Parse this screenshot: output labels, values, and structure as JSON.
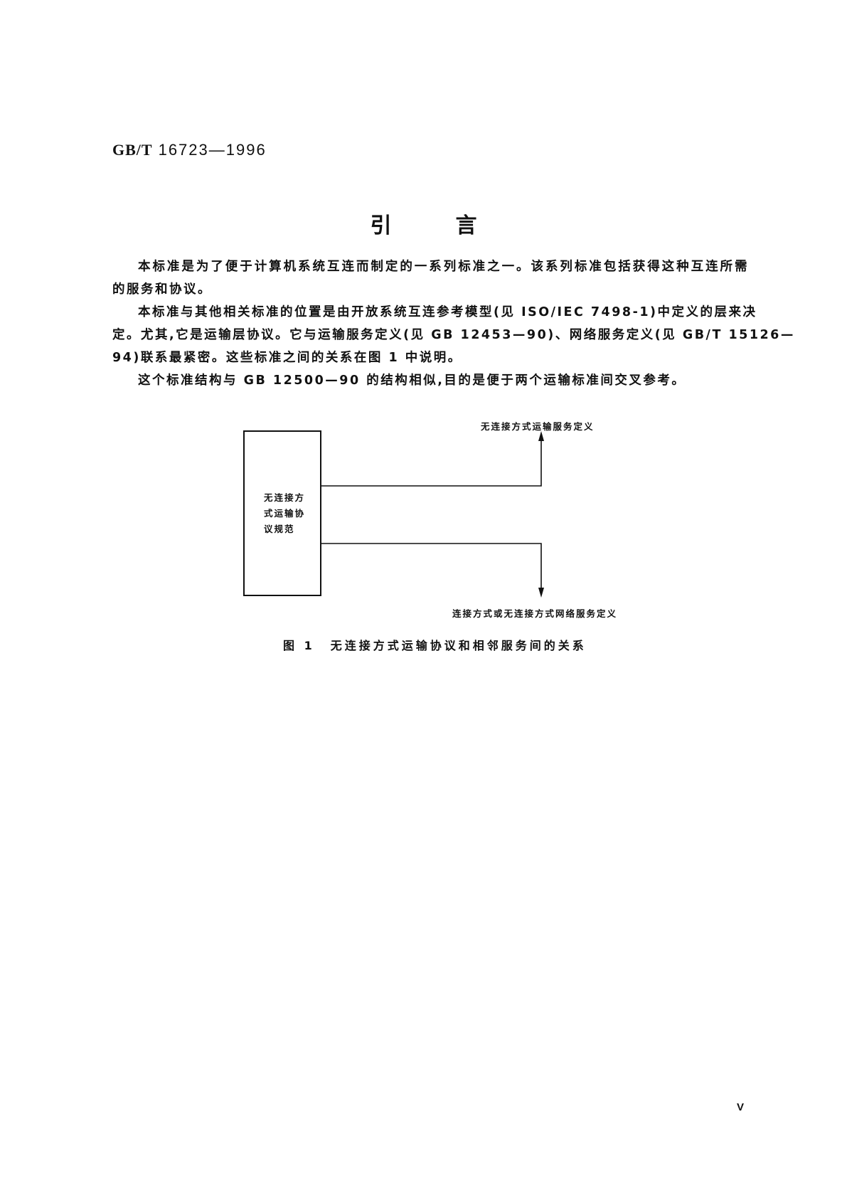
{
  "header": {
    "standard_prefix": "GB/T",
    "standard_number": "16723—1996"
  },
  "title": "引　　　言",
  "paragraphs": [
    {
      "lines": [
        "本标准是为了便于计算机系统互连而制定的一系列标准之一。该系列标准包括获得这种互连所需",
        "的服务和协议。"
      ]
    },
    {
      "lines": [
        "本标准与其他相关标准的位置是由开放系统互连参考模型(见 ISO/IEC 7498-1)中定义的层来决",
        "定。尤其,它是运输层协议。它与运输服务定义(见 GB 12453—90)、网络服务定义(见 GB/T 15126—",
        "94)联系最紧密。这些标准之间的关系在图 1 中说明。"
      ]
    },
    {
      "lines": [
        "这个标准结构与 GB 12500—90 的结构相似,目的是便于两个运输标准间交叉参考。"
      ]
    }
  ],
  "figure": {
    "box_label_lines": [
      "无连接方",
      "式运输协",
      "议规范"
    ],
    "upper_label": "无连接方式运输服务定义",
    "lower_label": "连接方式或无连接方式网络服务定义",
    "upper_arrow_direction": "up",
    "lower_arrow_direction": "down",
    "caption_number": "图 1",
    "caption_text": "无连接方式运输协议和相邻服务间的关系"
  },
  "footer": {
    "page_number": "V"
  }
}
